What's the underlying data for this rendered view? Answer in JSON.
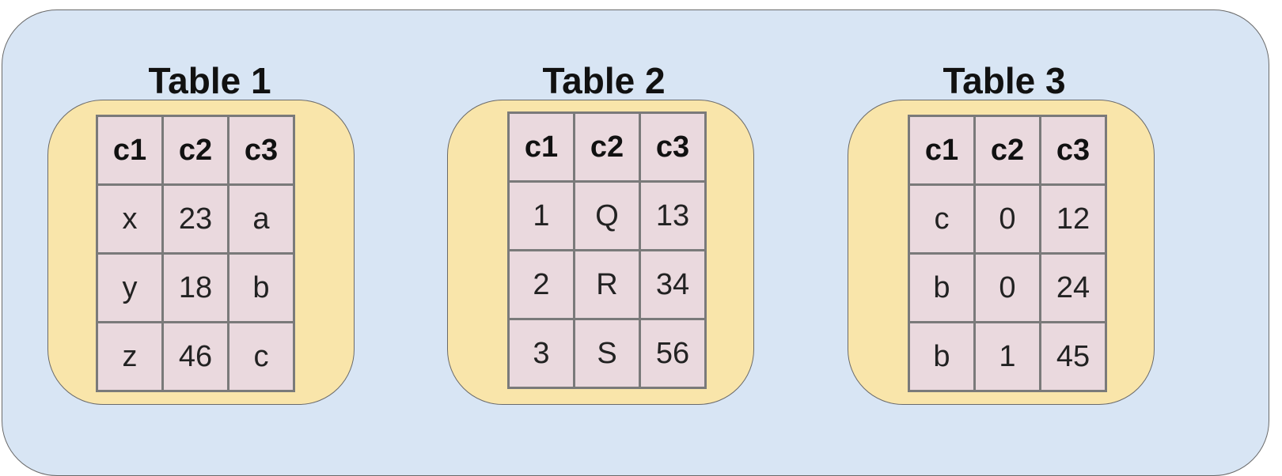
{
  "tables": [
    {
      "title": "Table 1",
      "header": [
        "c1",
        "c2",
        "c3"
      ],
      "rows": [
        [
          "x",
          "23",
          "a"
        ],
        [
          "y",
          "18",
          "b"
        ],
        [
          "z",
          "46",
          "c"
        ]
      ]
    },
    {
      "title": "Table 2",
      "header": [
        "c1",
        "c2",
        "c3"
      ],
      "rows": [
        [
          "1",
          "Q",
          "13"
        ],
        [
          "2",
          "R",
          "34"
        ],
        [
          "3",
          "S",
          "56"
        ]
      ]
    },
    {
      "title": "Table 3",
      "header": [
        "c1",
        "c2",
        "c3"
      ],
      "rows": [
        [
          "c",
          "0",
          "12"
        ],
        [
          "b",
          "0",
          "24"
        ],
        [
          "b",
          "1",
          "45"
        ]
      ]
    }
  ],
  "colors": {
    "outer_background": "#d8e5f4",
    "card_background": "#f9e5aa",
    "cell_background": "#ead9de",
    "border": "#7a7a7a"
  }
}
